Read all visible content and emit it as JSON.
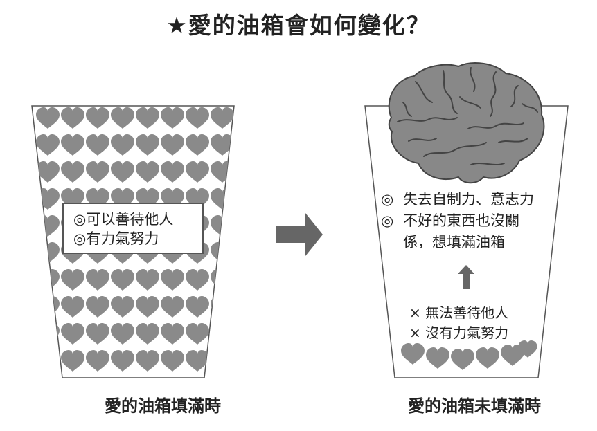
{
  "title": "★愛的油箱會如何變化？",
  "left_cup": {
    "caption": "愛的油箱填滿時",
    "box_lines": [
      "◎可以善待他人",
      "◎有力氣努力"
    ]
  },
  "right_cup": {
    "caption": "愛的油箱未填滿時",
    "effects": [
      {
        "mark": "◎",
        "text": "失去自制力、意志力"
      },
      {
        "mark": "◎",
        "text": "不好的東西也沒關"
      },
      {
        "mark": "",
        "text": "係，想填滿油箱"
      }
    ],
    "lack_lines": [
      "× 無法善待他人",
      "× 沒有力氣努力"
    ]
  },
  "colors": {
    "heart": "#8a8a8a",
    "cup_fill": "#8e8e8e",
    "brain": "#888888",
    "arrow": "#666666",
    "outline": "#555555"
  }
}
